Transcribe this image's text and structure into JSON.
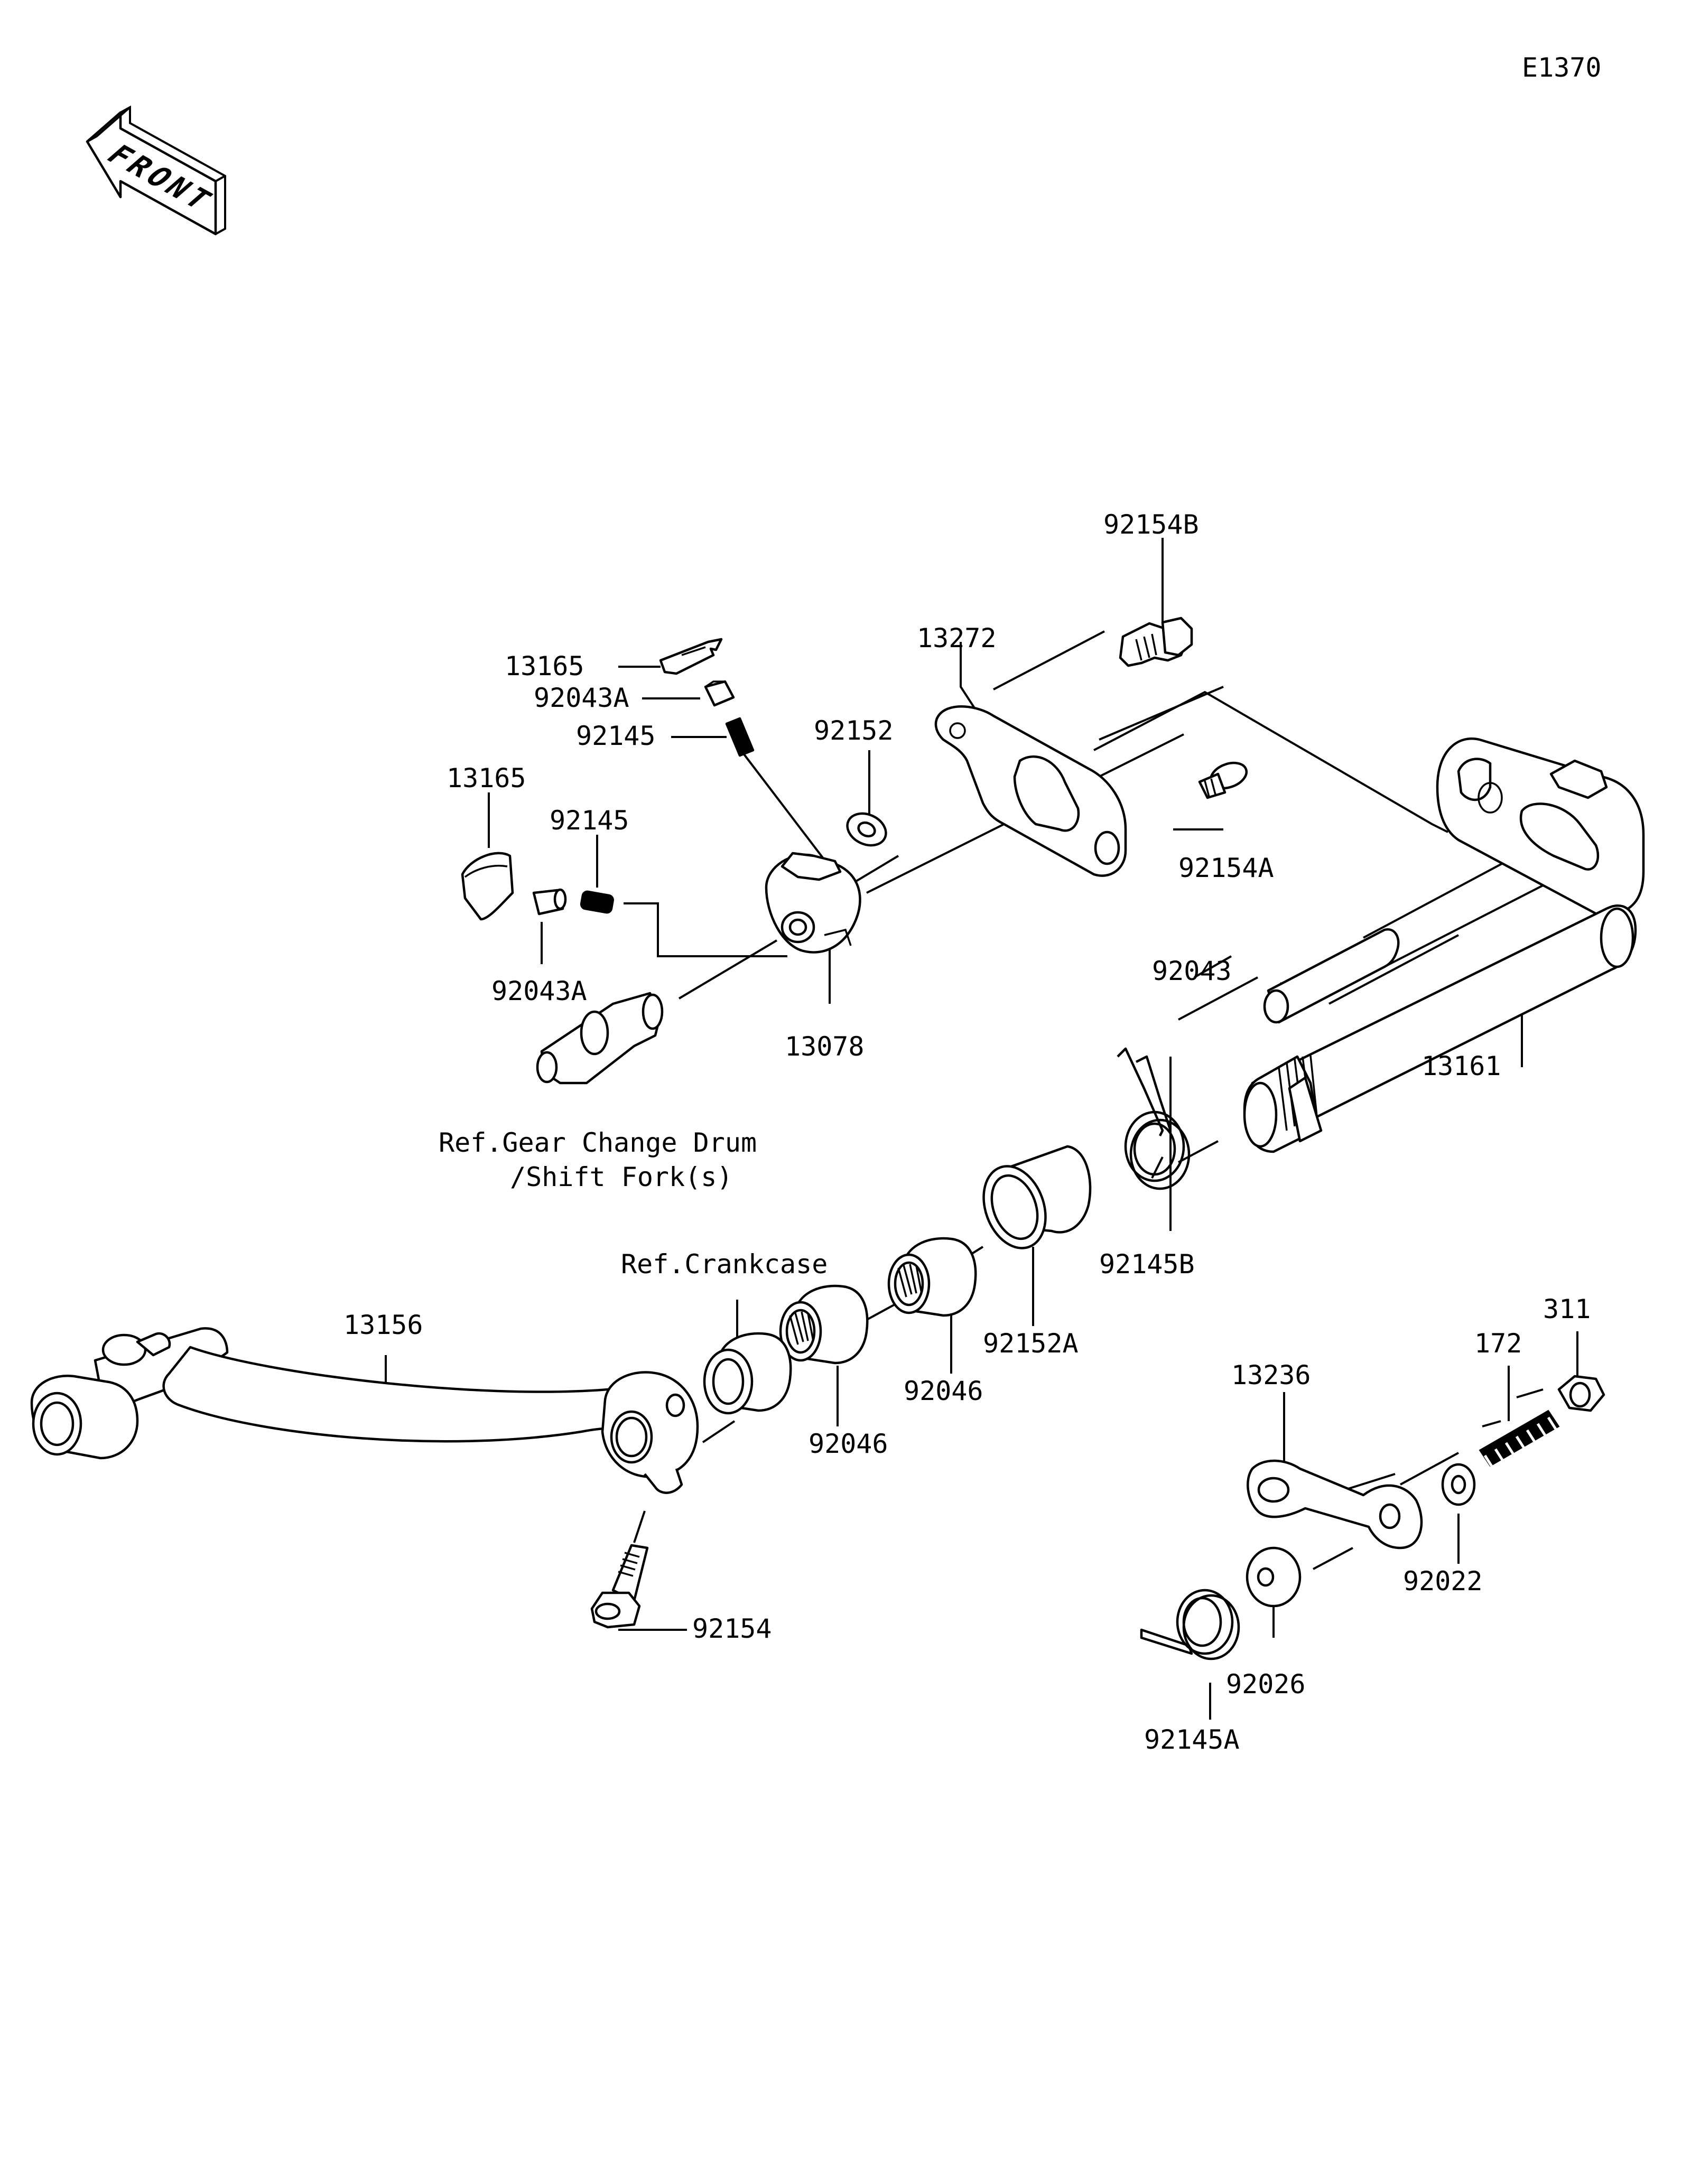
{
  "page": {
    "code": "E1370",
    "front_arrow": "FRONT"
  },
  "parts": [
    {
      "key": "p92154B",
      "text": "92154B"
    },
    {
      "key": "p13272",
      "text": "13272"
    },
    {
      "key": "p13165a",
      "text": "13165"
    },
    {
      "key": "p92043Aa",
      "text": "92043A"
    },
    {
      "key": "p92145a",
      "text": "92145"
    },
    {
      "key": "p92152",
      "text": "92152"
    },
    {
      "key": "p13165b",
      "text": "13165"
    },
    {
      "key": "p92145b",
      "text": "92145"
    },
    {
      "key": "p92154A",
      "text": "92154A"
    },
    {
      "key": "p92043Ab",
      "text": "92043A"
    },
    {
      "key": "p92043",
      "text": "92043"
    },
    {
      "key": "p13078",
      "text": "13078"
    },
    {
      "key": "p13161",
      "text": "13161"
    },
    {
      "key": "pRefGear1",
      "text": "Ref.Gear Change Drum"
    },
    {
      "key": "pRefGear2",
      "text": "/Shift Fork(s)"
    },
    {
      "key": "pRefCrank",
      "text": "Ref.Crankcase"
    },
    {
      "key": "p92145B",
      "text": "92145B"
    },
    {
      "key": "p13156",
      "text": "13156"
    },
    {
      "key": "p92046a",
      "text": "92046"
    },
    {
      "key": "p92152A",
      "text": "92152A"
    },
    {
      "key": "p311",
      "text": "311"
    },
    {
      "key": "p172",
      "text": "172"
    },
    {
      "key": "p13236",
      "text": "13236"
    },
    {
      "key": "p92046b",
      "text": "92046"
    },
    {
      "key": "p92022",
      "text": "92022"
    },
    {
      "key": "p92154",
      "text": "92154"
    },
    {
      "key": "p92026",
      "text": "92026"
    },
    {
      "key": "p92145A",
      "text": "92145A"
    }
  ]
}
